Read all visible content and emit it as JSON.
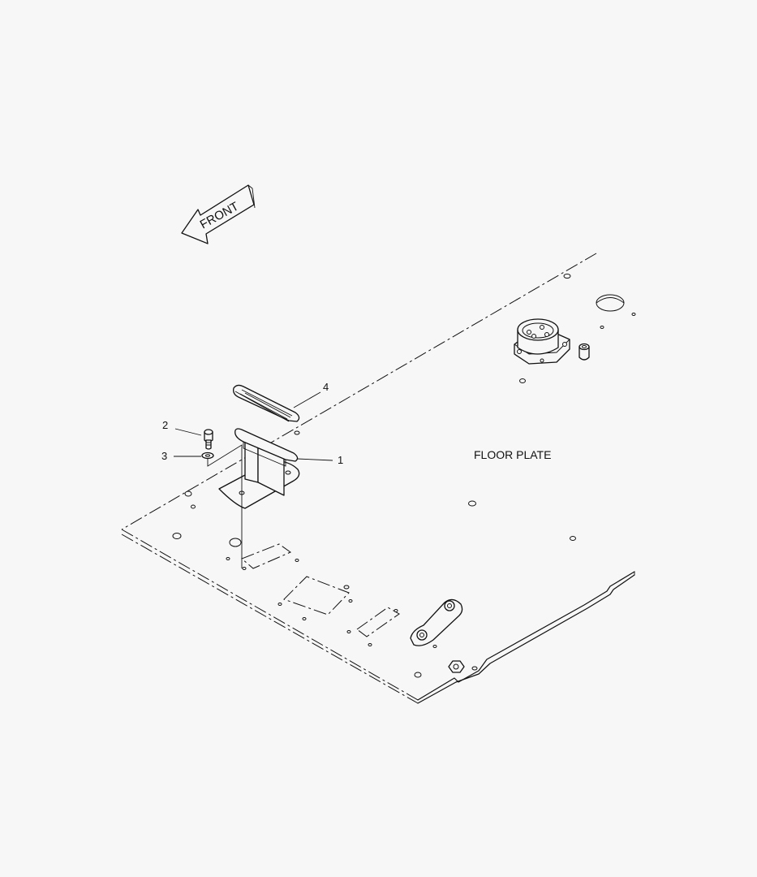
{
  "front_arrow": {
    "text": "FRONT"
  },
  "plate": {
    "label": "FLOOR PLATE"
  },
  "callouts": [
    {
      "id": "1"
    },
    {
      "id": "2"
    },
    {
      "id": "3"
    },
    {
      "id": "4"
    }
  ]
}
